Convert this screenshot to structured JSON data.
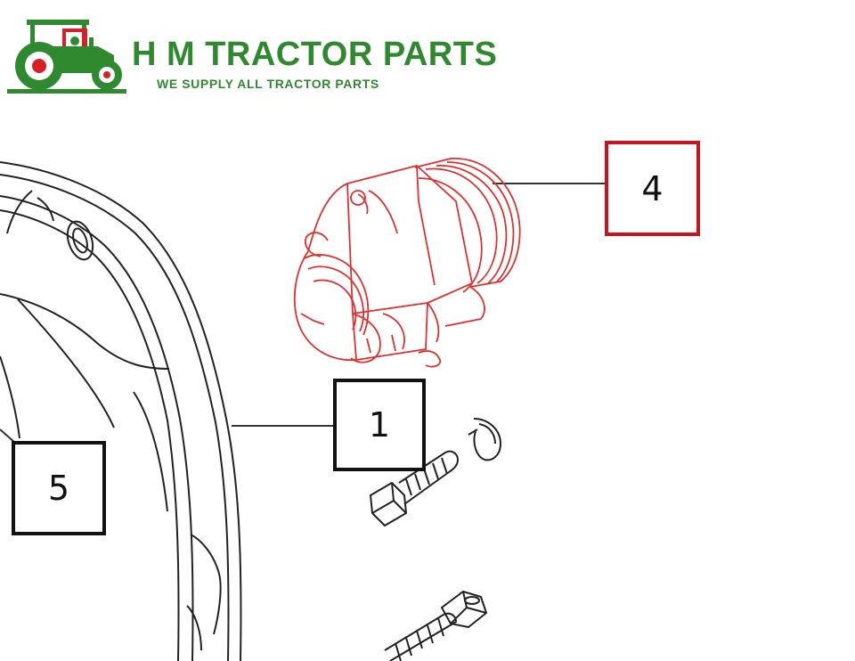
{
  "brand": {
    "name": "H M TRACTOR PARTS",
    "tagline": "WE SUPPLY ALL TRACTOR PARTS",
    "logo_icon": "tractor-icon",
    "color": "#2f8a2f"
  },
  "callouts": [
    {
      "id": "1",
      "label": "1",
      "border_color": "#111111"
    },
    {
      "id": "4",
      "label": "4",
      "border_color": "#c8141e"
    },
    {
      "id": "5",
      "label": "5",
      "border_color": "#111111"
    }
  ],
  "colors": {
    "highlighted_part": "#e0302f",
    "line_art": "#222222"
  }
}
